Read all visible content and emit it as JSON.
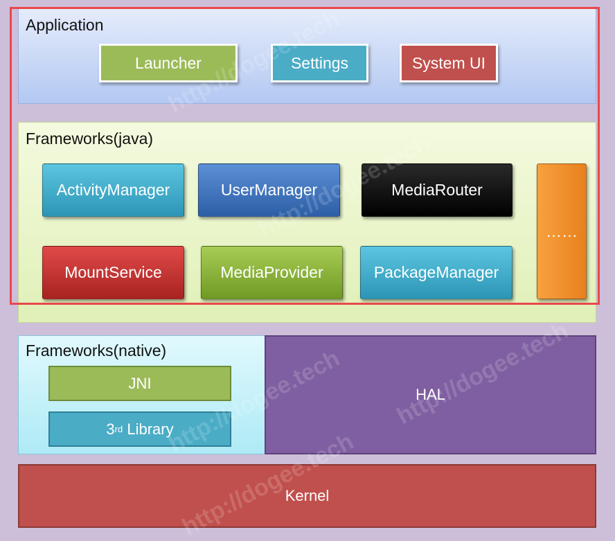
{
  "application": {
    "title": "Application",
    "items": [
      "Launcher",
      "Settings",
      "System UI"
    ]
  },
  "frameworks_java": {
    "title": "Frameworks(java)",
    "row1": [
      "ActivityManager",
      "UserManager",
      "MediaRouter"
    ],
    "row2": [
      "MountService",
      "MediaProvider",
      "PackageManager"
    ],
    "more": "……"
  },
  "frameworks_native": {
    "title": "Frameworks(native)",
    "jni": "JNI",
    "library_prefix": "3",
    "library_sup": "rd",
    "library_suffix": " Library"
  },
  "hal": "HAL",
  "kernel": "Kernel",
  "watermark": "http://dogee.tech",
  "colors": {
    "green": "#9bbb59",
    "teal": "#4bacc6",
    "red": "#c0504d",
    "blue": "#4f81bd",
    "black": "#000000",
    "orange": "#f79646",
    "purple": "#8064a2",
    "highlight": "#e8474c"
  }
}
